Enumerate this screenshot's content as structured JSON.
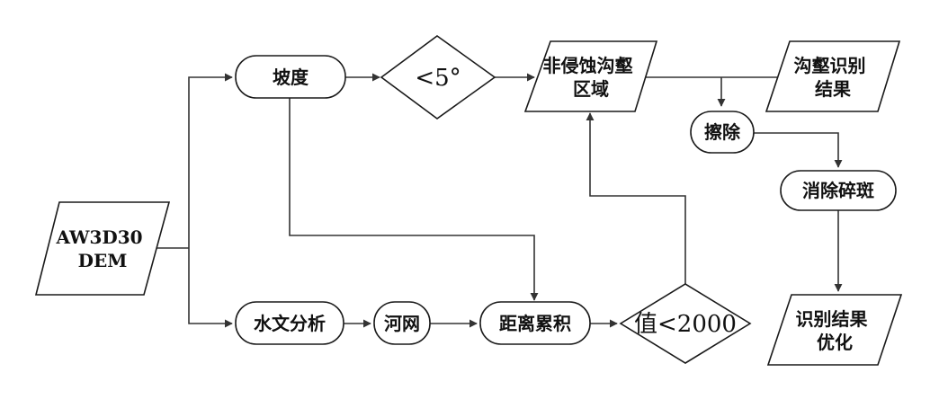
{
  "nodes": {
    "dem": {
      "lines": [
        "AW3D30",
        "DEM"
      ]
    },
    "slope": {
      "lines": [
        "坡度"
      ]
    },
    "slope_check": {
      "lines": [
        "<5°"
      ]
    },
    "non_erosion": {
      "lines": [
        "非侵蚀沟壑",
        "区域"
      ]
    },
    "gully_result": {
      "lines": [
        "沟壑识别",
        "结果"
      ]
    },
    "erase": {
      "lines": [
        "擦除"
      ]
    },
    "remove_patches": {
      "lines": [
        "消除碎斑"
      ]
    },
    "hydrology": {
      "lines": [
        "水文分析"
      ]
    },
    "river_net": {
      "lines": [
        "河网"
      ]
    },
    "cost_distance": {
      "lines": [
        "距离累积"
      ]
    },
    "value_check": {
      "lines": [
        "值<2000"
      ]
    },
    "optimized": {
      "lines": [
        "识别结果",
        "优化"
      ]
    }
  },
  "colors": {
    "stroke": "#1a1a1a",
    "edge": "#333333",
    "background": "#ffffff"
  }
}
